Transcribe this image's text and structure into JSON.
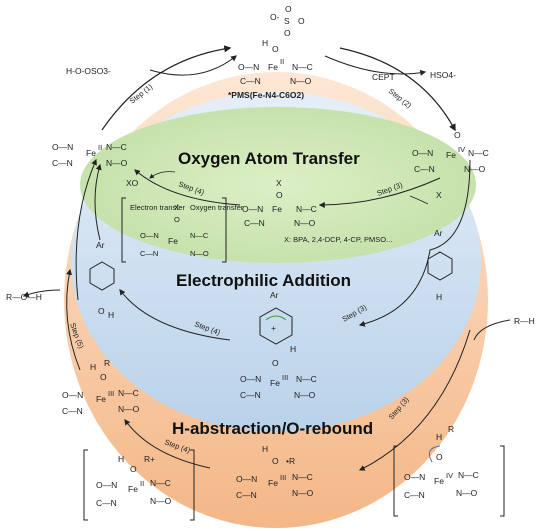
{
  "sections": {
    "oxygen_atom_transfer": "Oxygen Atom Transfer",
    "electrophilic_addition": "Electrophilic Addition",
    "h_abstraction": "H-abstraction/O-rebound"
  },
  "steps": {
    "step1": "Step (1)",
    "step2": "Step (2)",
    "oat_step3": "Step (3)",
    "oat_step4": "Step (4)",
    "ea_step3": "Step (3)",
    "ea_step4": "Step (4)",
    "ha_step3": "Step (3)",
    "ha_step4": "Step (4)",
    "ha_step5": "Step (5)"
  },
  "labels": {
    "pms_complex": "*PMS(Fe-N4-C6O2)",
    "cept": "CEPT",
    "hso4": "HSO4-",
    "pms_reactant": "H-O-OSO3-",
    "substrates": "X: BPA, 2,4-DCP, 4-CP, PMSO...",
    "x_label": "X",
    "x_o": "XO",
    "electron_transfer": "Electron transfer",
    "oxygen_transfer": "Oxygen transfer",
    "r_h": "R—H",
    "r_o_h": "R—O—H",
    "ar": "Ar",
    "h": "H",
    "o": "O",
    "fe": "Fe",
    "fe_iv": "IV",
    "fe_iii": "III",
    "fe_ii": "II",
    "r_plus": "R+",
    "r_dot": "•R",
    "sulfate_s": "S",
    "sulfate_o_minus": "O-",
    "sulfate_o": "O",
    "ligand_o_n": "O—N",
    "ligand_n_c": "N—C",
    "ligand_c_n": "C—N",
    "ligand_n_o": "N—O",
    "plus_sign": "+"
  },
  "colors": {
    "oat_band": "#cfe6b8",
    "ea_band": "#c9dcef",
    "ha_band": "#f7c9a3",
    "step_blue": "#3b6fc4",
    "step_green": "#3d9a3a",
    "step_orange": "#e0772b",
    "oxygen_red": "#e0403a",
    "x_pink": "#e0507a"
  }
}
